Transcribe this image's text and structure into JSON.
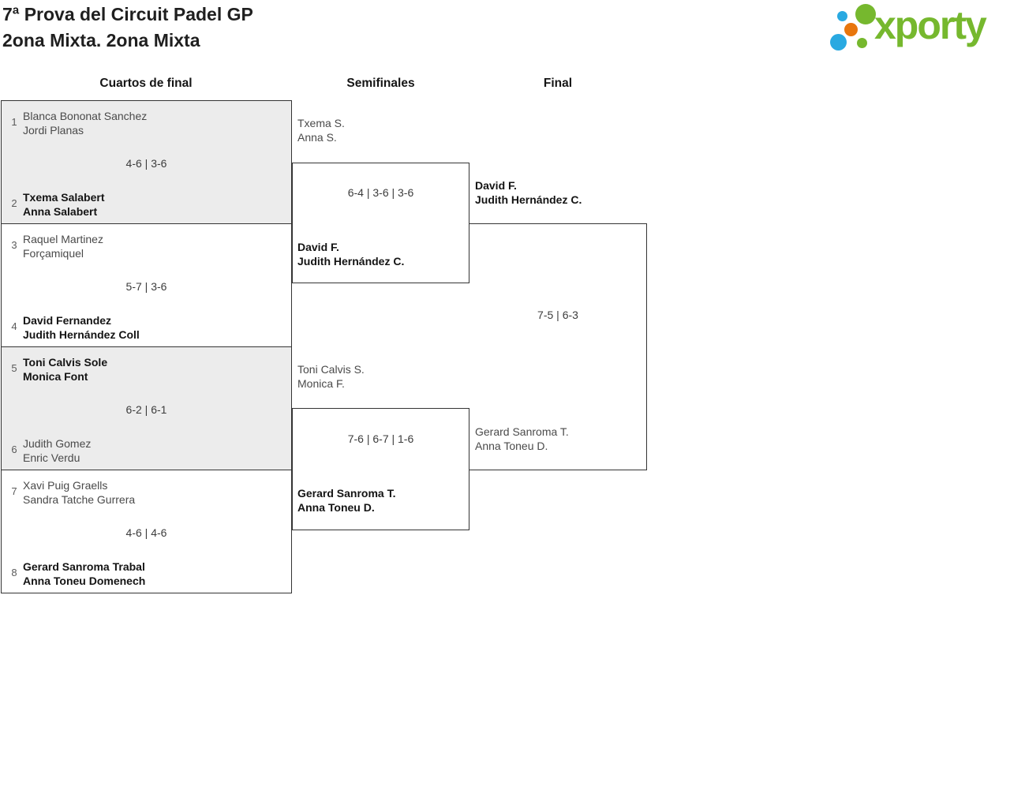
{
  "title": {
    "line1": "7ª Prova del Circuit Padel GP",
    "line2": "2ona Mixta. 2ona Mixta"
  },
  "logo": {
    "wordmark": "xporty",
    "colors": {
      "green": "#76b82e",
      "blue": "#29a9e1",
      "orange": "#e8760d"
    }
  },
  "bracket": {
    "round_headers": [
      "Cuartos de final",
      "Semifinales",
      "Final"
    ],
    "quarterfinals": [
      {
        "seed_top": "1",
        "team_top": [
          "Blanca Bononat Sanchez",
          "Jordi Planas"
        ],
        "top_winner": false,
        "score": "4-6 | 3-6",
        "seed_bottom": "2",
        "team_bottom": [
          "Txema Salabert",
          "Anna Salabert"
        ],
        "bottom_winner": true,
        "shaded": true
      },
      {
        "seed_top": "3",
        "team_top": [
          "Raquel Martinez",
          "Forçamiquel"
        ],
        "top_winner": false,
        "score": "5-7 | 3-6",
        "seed_bottom": "4",
        "team_bottom": [
          "David Fernandez",
          "Judith Hernández Coll"
        ],
        "bottom_winner": true,
        "shaded": false
      },
      {
        "seed_top": "5",
        "team_top": [
          "Toni Calvis Sole",
          "Monica Font"
        ],
        "top_winner": true,
        "score": "6-2 | 6-1",
        "seed_bottom": "6",
        "team_bottom": [
          "Judith Gomez",
          "Enric Verdu"
        ],
        "bottom_winner": false,
        "shaded": true
      },
      {
        "seed_top": "7",
        "team_top": [
          "Xavi Puig Graells",
          "Sandra Tatche Gurrera"
        ],
        "top_winner": false,
        "score": "4-6 | 4-6",
        "seed_bottom": "8",
        "team_bottom": [
          "Gerard Sanroma Trabal",
          "Anna Toneu Domenech"
        ],
        "bottom_winner": true,
        "shaded": false
      }
    ],
    "semifinals": [
      {
        "team_top": [
          "Txema S.",
          "Anna S."
        ],
        "top_winner": false,
        "score": "6-4 | 3-6 | 3-6",
        "team_bottom": [
          "David F.",
          "Judith Hernández C."
        ],
        "bottom_winner": true
      },
      {
        "team_top": [
          "Toni Calvis S.",
          "Monica F."
        ],
        "top_winner": false,
        "score": "7-6 | 6-7 | 1-6",
        "team_bottom": [
          "Gerard Sanroma T.",
          "Anna Toneu D."
        ],
        "bottom_winner": true
      }
    ],
    "final": {
      "team_top": [
        "David F.",
        "Judith Hernández C."
      ],
      "top_winner": true,
      "score": "7-5 | 6-3",
      "team_bottom": [
        "Gerard Sanroma T.",
        "Anna Toneu D."
      ],
      "bottom_winner": false
    }
  }
}
